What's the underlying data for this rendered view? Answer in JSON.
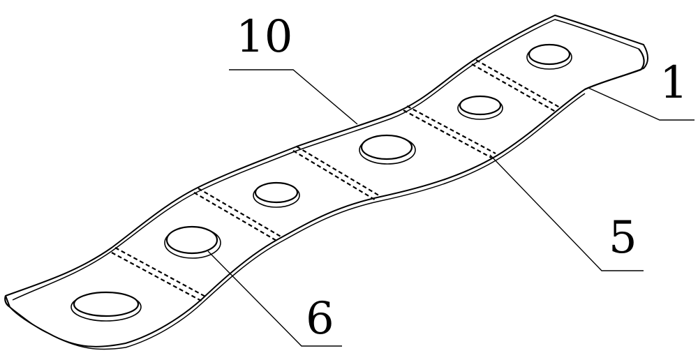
{
  "figure": {
    "reference_numerals": {
      "label_10": "10",
      "label_1": "1",
      "label_5": "5",
      "label_6": "6"
    },
    "line_color": "#000000",
    "background_color": "#ffffff",
    "components": {
      "panel_count": 6,
      "boss_count": 6,
      "fold_line_count": 5
    }
  }
}
